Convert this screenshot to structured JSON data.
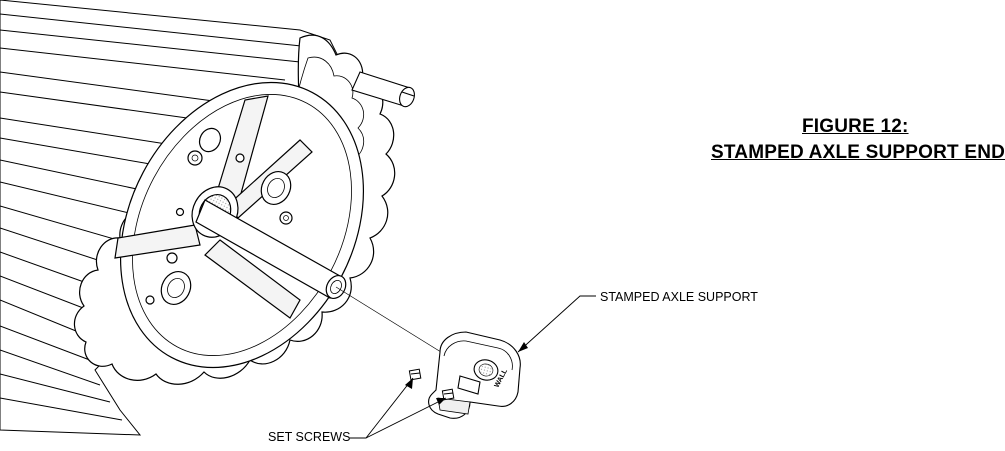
{
  "figure": {
    "title": "FIGURE 12:",
    "subtitle": "STAMPED AXLE SUPPORT END"
  },
  "callouts": {
    "axle_support": "STAMPED AXLE SUPPORT",
    "set_screws": "SET SCREWS"
  },
  "bracket_logo_text": "WALL",
  "colors": {
    "line": "#000000",
    "background": "#ffffff",
    "shade": "#d9d9d9"
  }
}
